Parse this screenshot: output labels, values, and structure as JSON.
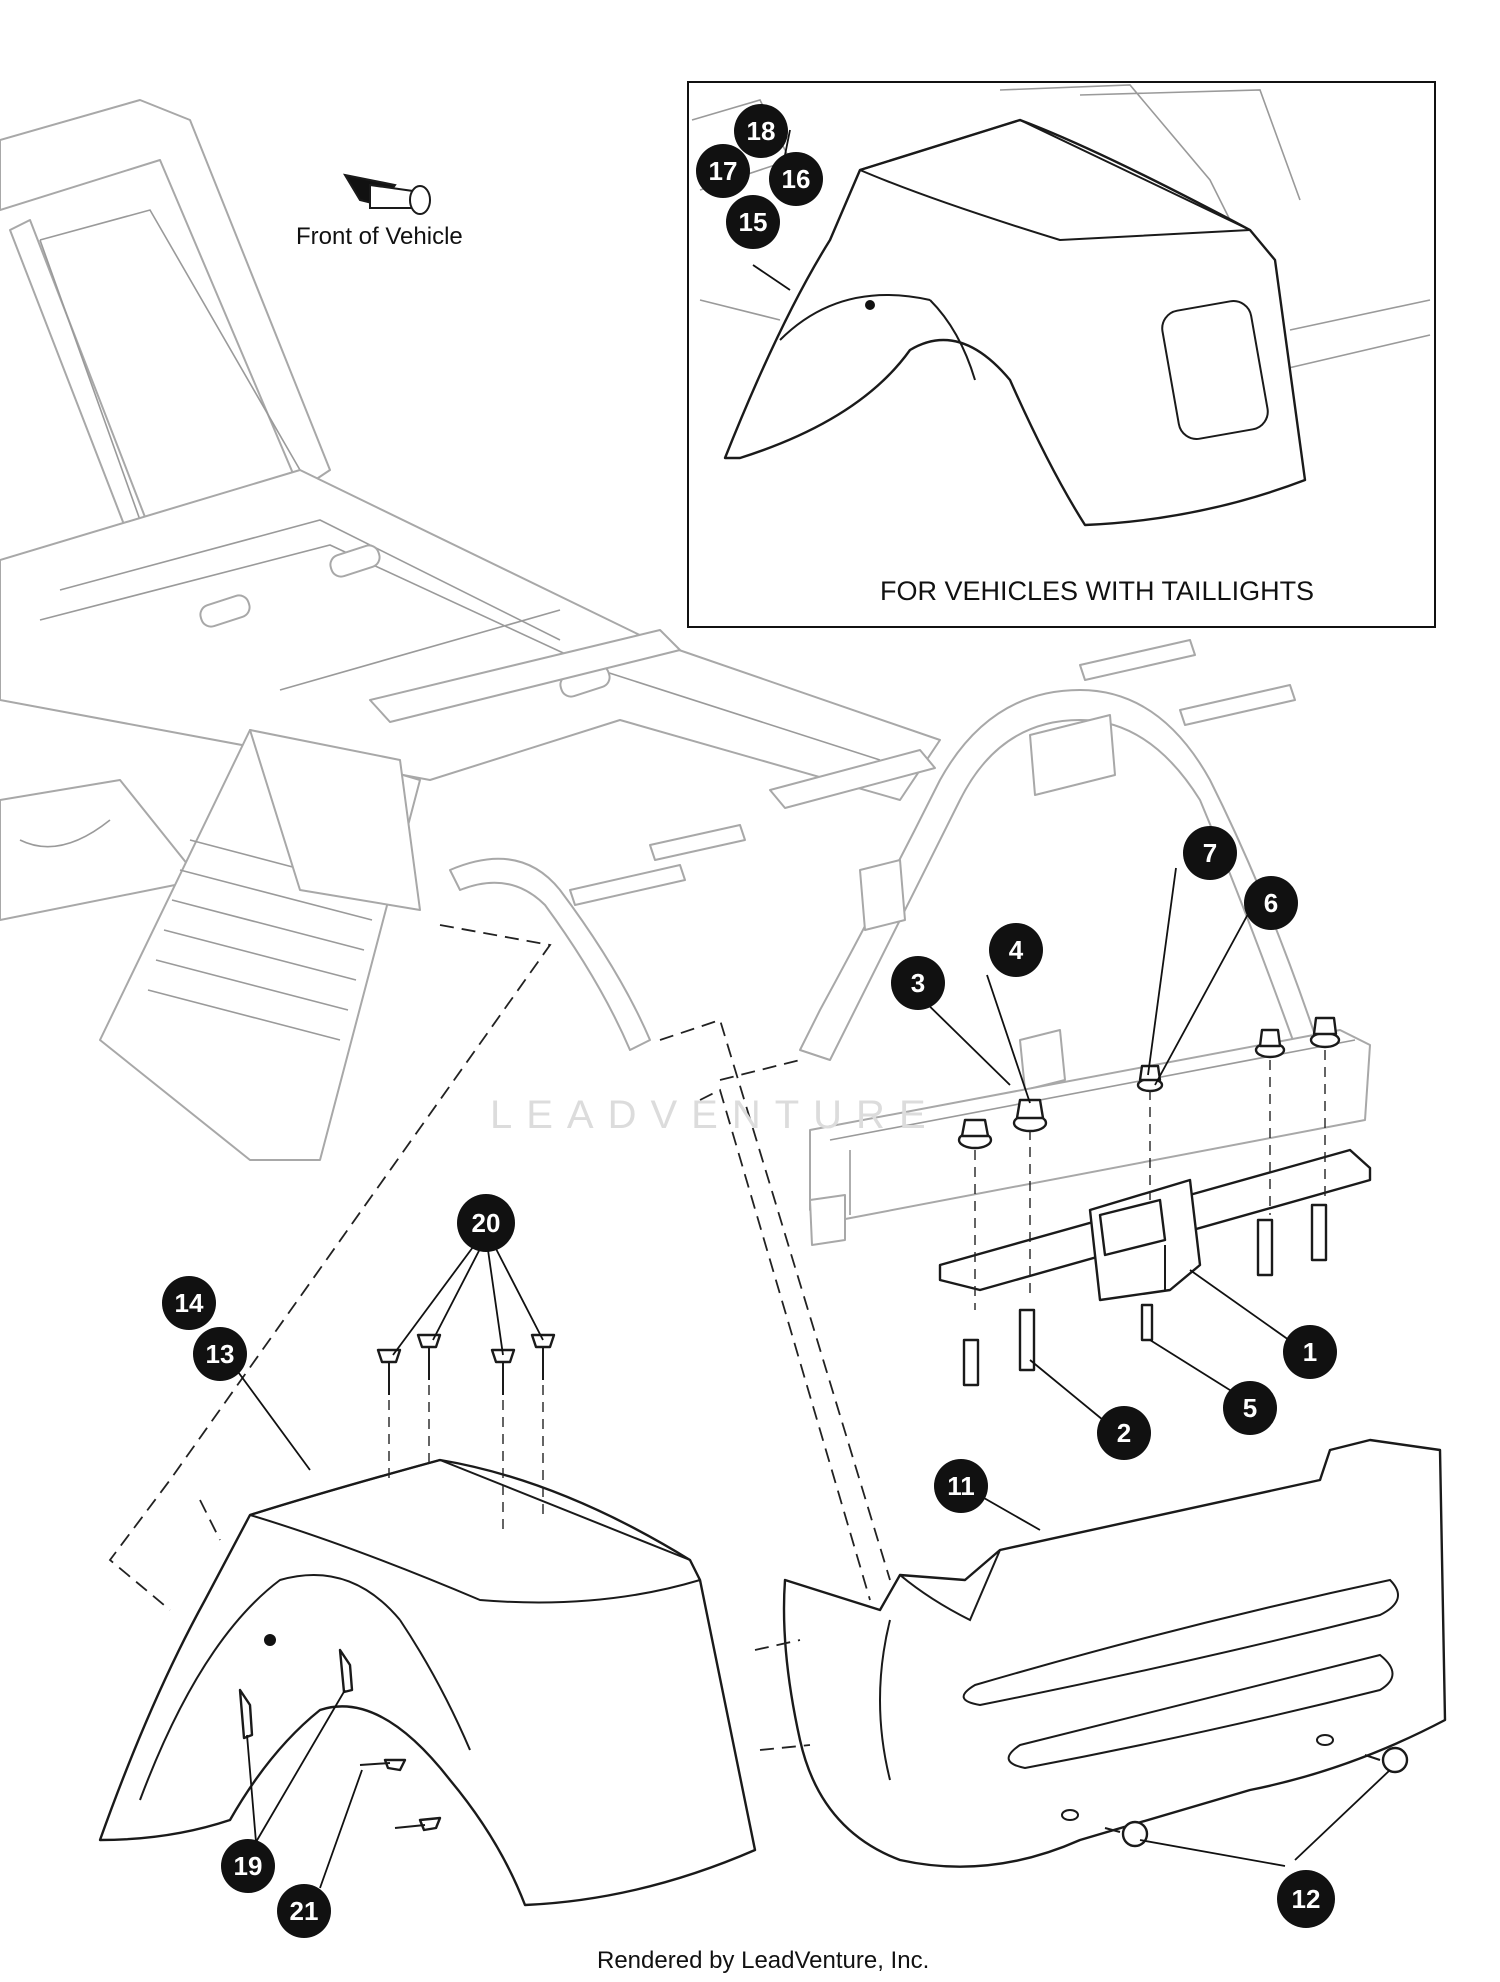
{
  "labels": {
    "front_of_vehicle": "Front of Vehicle",
    "inset_caption": "FOR VEHICLES WITH TAILLIGHTS",
    "footer": "Rendered by LeadVenture, Inc.",
    "watermark": "LEADVENTURE"
  },
  "callouts": [
    {
      "n": "1"
    },
    {
      "n": "2"
    },
    {
      "n": "3"
    },
    {
      "n": "4"
    },
    {
      "n": "5"
    },
    {
      "n": "6"
    },
    {
      "n": "7"
    },
    {
      "n": "11"
    },
    {
      "n": "12"
    },
    {
      "n": "13"
    },
    {
      "n": "14"
    },
    {
      "n": "15"
    },
    {
      "n": "16"
    },
    {
      "n": "17"
    },
    {
      "n": "18"
    },
    {
      "n": "19"
    },
    {
      "n": "20"
    },
    {
      "n": "21"
    }
  ],
  "colors": {
    "callout_fill": "#111111",
    "callout_text": "#ffffff",
    "frame_line": "#a8a8a8",
    "part_line": "#1a1a1a"
  }
}
